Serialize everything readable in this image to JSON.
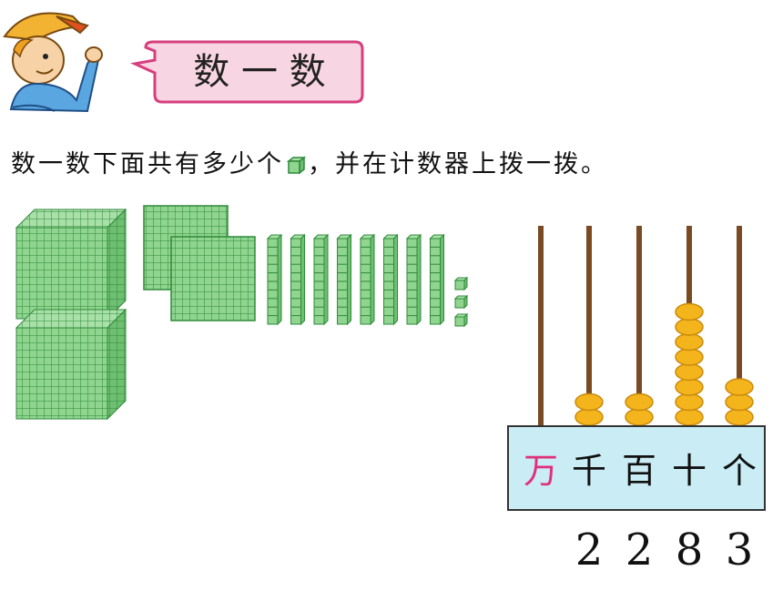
{
  "title": "数 一 数",
  "instruction": {
    "before": "数一数下面共有多少个",
    "cube_icon": "unit-cube-icon",
    "after": "，并在计数器上拨一拨。"
  },
  "blocks": {
    "thousand_cubes": 2,
    "hundred_flats": 2,
    "ten_rods": 8,
    "unit_cubes": 3
  },
  "abacus": {
    "places": [
      {
        "label": "万",
        "beads": 0,
        "label_color": "#e0307a"
      },
      {
        "label": "千",
        "beads": 2,
        "label_color": "#111111"
      },
      {
        "label": "百",
        "beads": 2,
        "label_color": "#111111"
      },
      {
        "label": "十",
        "beads": 8,
        "label_color": "#111111"
      },
      {
        "label": "个",
        "beads": 3,
        "label_color": "#111111"
      }
    ],
    "digits": [
      "2",
      "2",
      "8",
      "3"
    ]
  },
  "colors": {
    "block_fill": "#8fd48f",
    "block_grid": "#2f8a3a",
    "bead": "#f3b41c",
    "rod": "#7a4a22",
    "base": "#c9ecf5",
    "title_bubble": "#f8d5e2",
    "title_border": "#d63f7e"
  }
}
